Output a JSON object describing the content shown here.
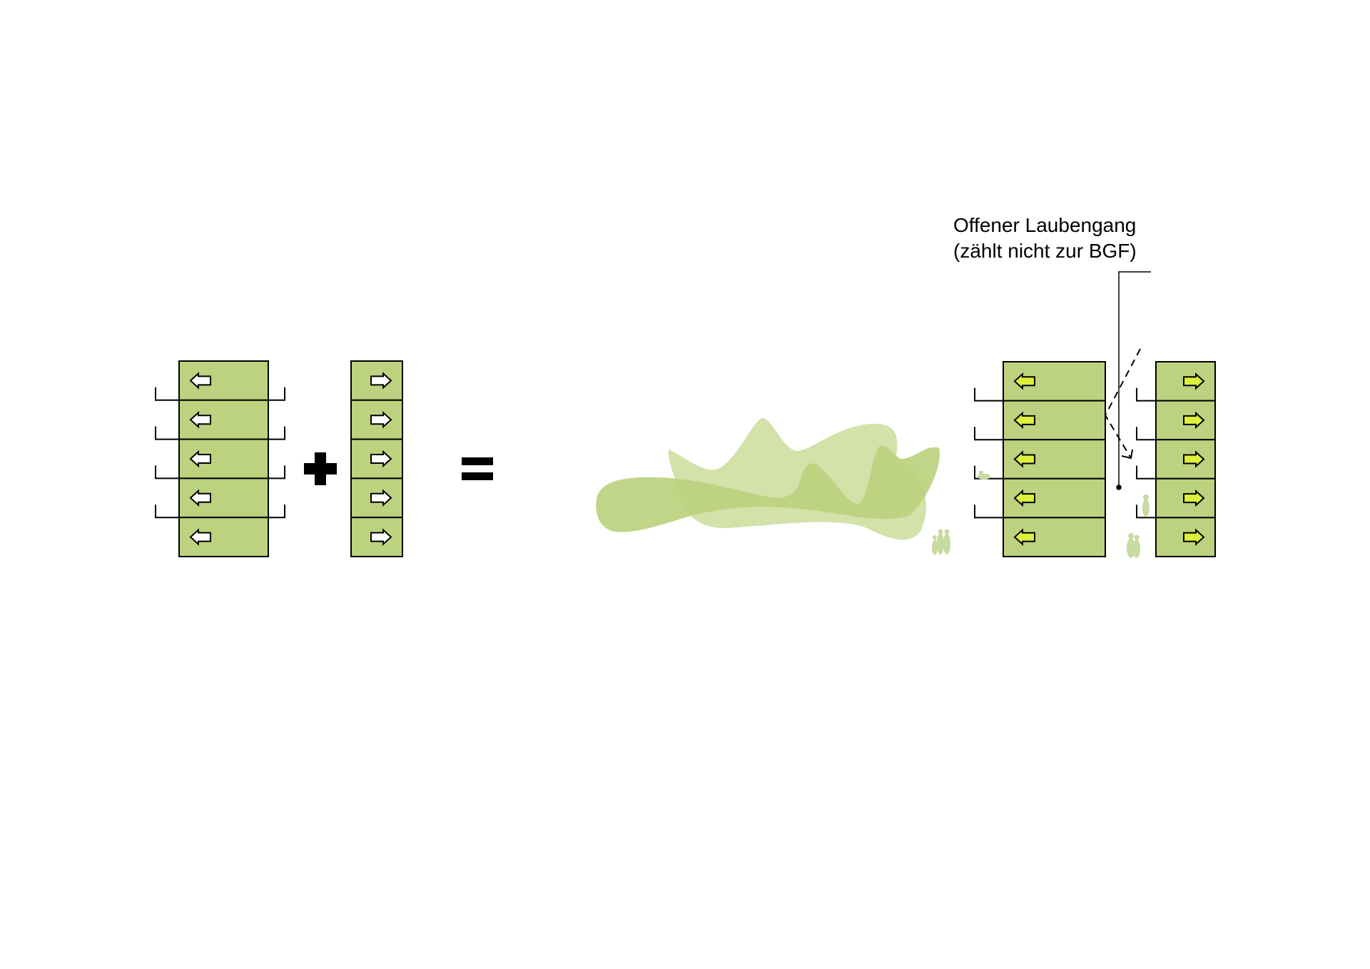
{
  "annotation": {
    "line1": "Offener Laubengang",
    "line2": "(zählt nicht zur BGF)"
  },
  "colors": {
    "block_fill": "#bcd27e",
    "arrow_plain": "#ffffff",
    "arrow_accent": "#dcf03c",
    "blob_light": "#d2e2a8",
    "blob_dark": "#bcd17f",
    "people": "#c8dba0"
  },
  "diagram": {
    "floors_per_block": 5,
    "operators": [
      "plus",
      "equals"
    ]
  }
}
